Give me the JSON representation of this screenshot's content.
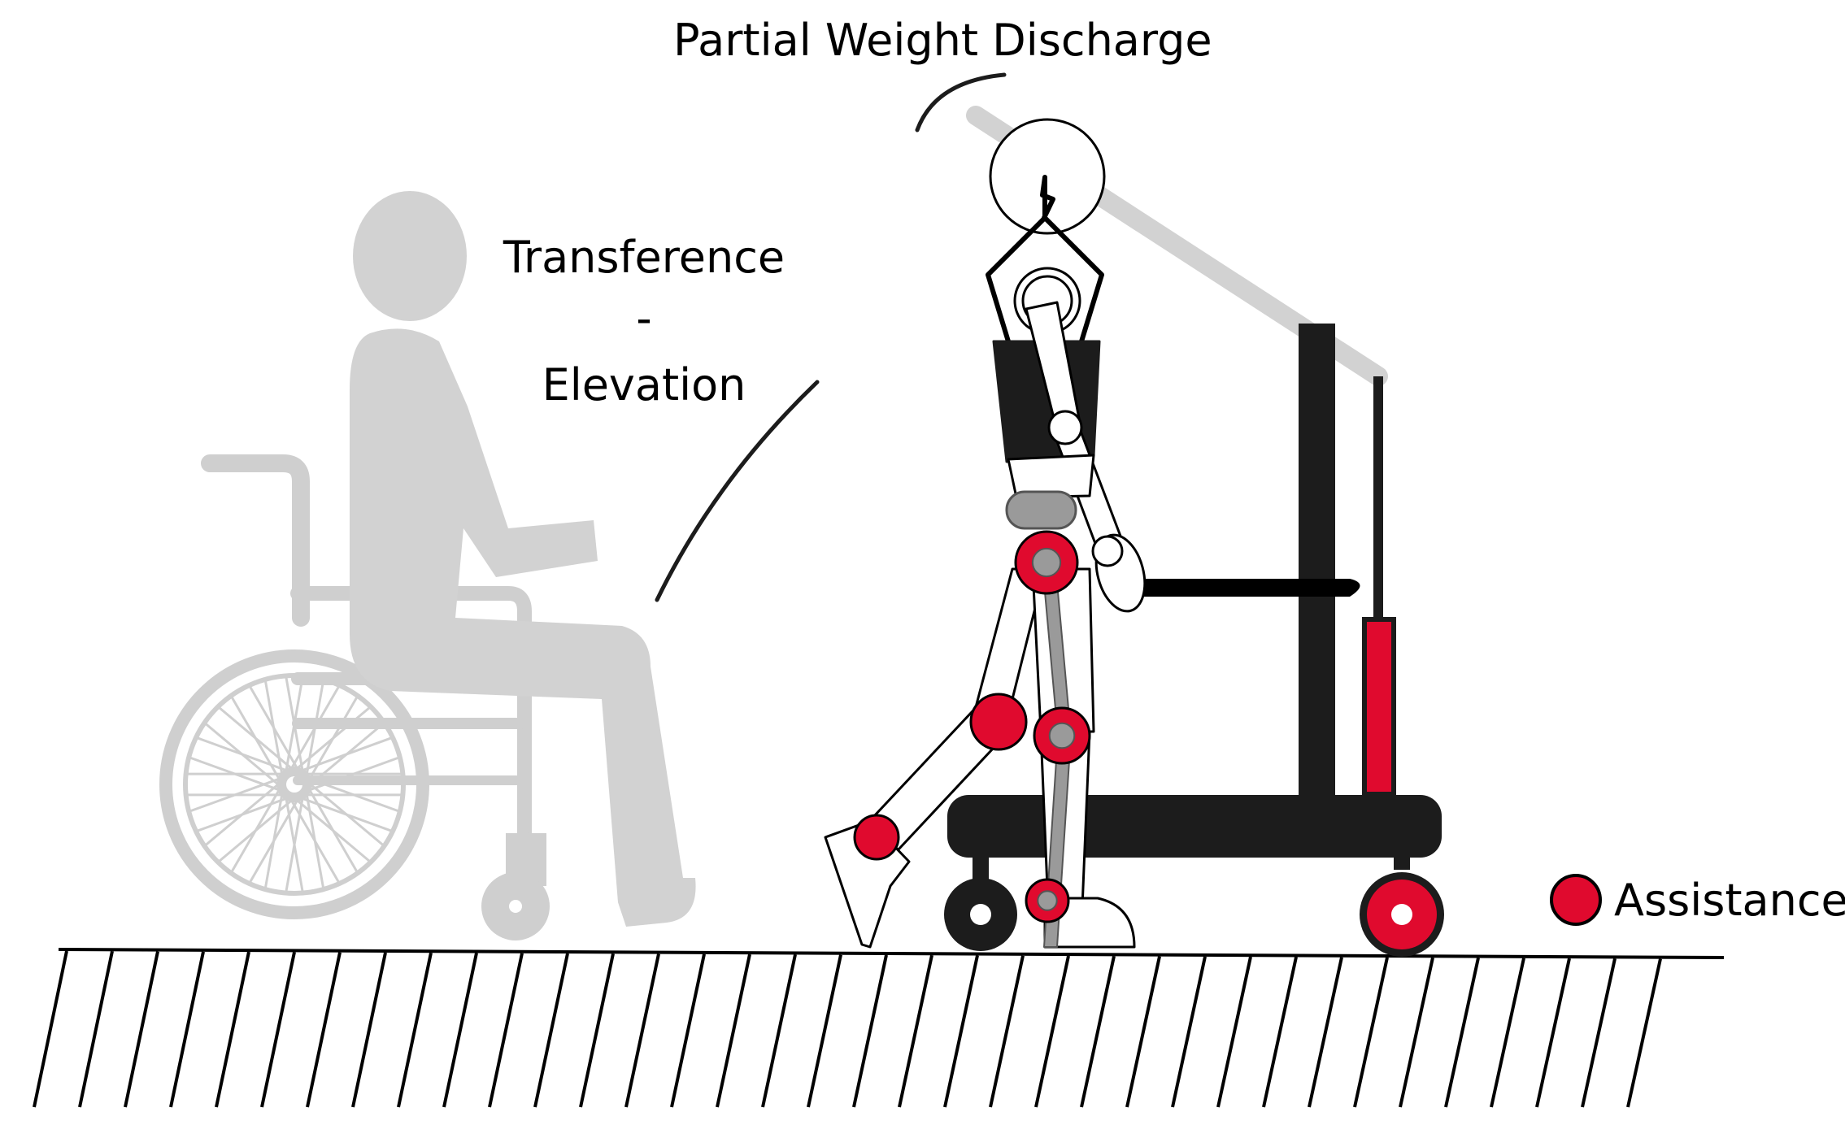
{
  "labels": {
    "weight_discharge": "Partial Weight Discharge",
    "transference": "Transference",
    "dash": "-",
    "elevation": "Elevation",
    "legend": "Assistance"
  },
  "colors": {
    "assist_red": "#e00a2e",
    "frame_dark": "#1c1c1c",
    "ghost_gray": "#d2d2d2",
    "wheelchair_gray": "#cfcfcf",
    "ink": "#000000"
  },
  "icons": {
    "assist_marker": "red-circle-icon",
    "wheelchair": "wheelchair-icon",
    "walker": "walker-icon"
  }
}
